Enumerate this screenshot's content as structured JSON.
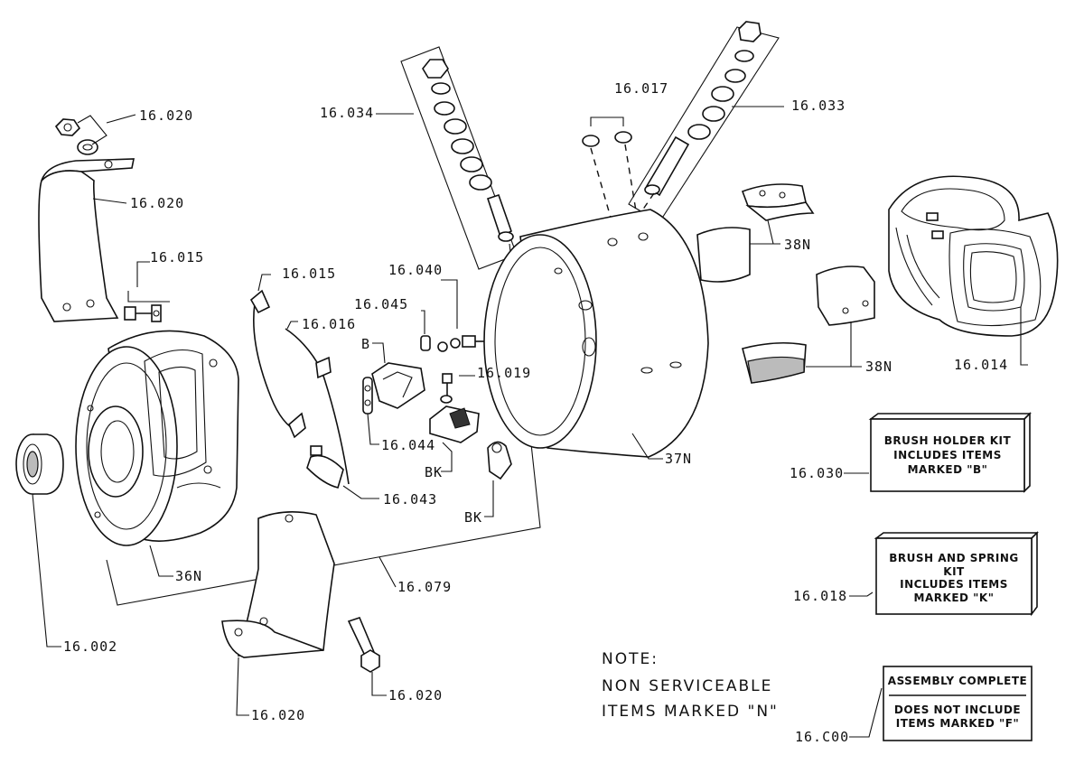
{
  "labels": {
    "p16020_a": "16.020",
    "p16020_b": "16.020",
    "p16015_a": "16.015",
    "p16015_b": "16.015",
    "p16016": "16.016",
    "p16040": "16.040",
    "p16045": "16.045",
    "b_mark": "B",
    "p16019": "16.019",
    "p16044": "16.044",
    "bk_a": "BK",
    "p16043": "16.043",
    "bk_b": "BK",
    "p16034": "16.034",
    "p16017": "16.017",
    "p16033": "16.033",
    "n38_a": "38N",
    "n38_b": "38N",
    "p16014": "16.014",
    "n37": "37N",
    "n36": "36N",
    "p16079": "16.079",
    "p16002": "16.002",
    "p16020_c": "16.020",
    "p16020_d": "16.020",
    "p16030": "16.030",
    "p16018": "16.018",
    "p16000": "16.C00"
  },
  "note": {
    "line1": "NOTE:",
    "line2": "NON SERVICEABLE",
    "line3": "ITEMS MARKED \"N\""
  },
  "kits": {
    "brush_holder": {
      "line1": "BRUSH HOLDER KIT",
      "line2": "INCLUDES ITEMS",
      "line3": "MARKED \"B\""
    },
    "brush_spring": {
      "line1": "BRUSH AND SPRING",
      "line2": "KIT",
      "line3": "INCLUDES ITEMS",
      "line4": "MARKED \"K\""
    },
    "assembly": {
      "line1": "ASSEMBLY COMPLETE",
      "line2": "DOES NOT INCLUDE",
      "line3": "ITEMS MARKED \"F\""
    }
  }
}
